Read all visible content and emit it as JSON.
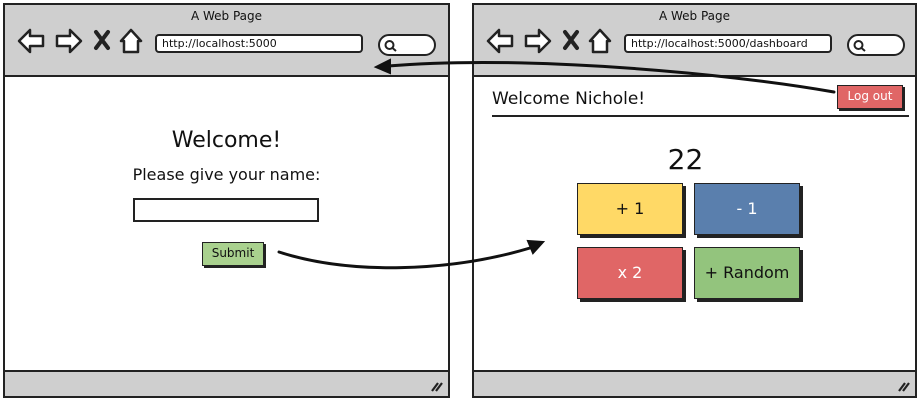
{
  "login_window": {
    "title": "A Web Page",
    "url": "http://localhost:5000",
    "heading": "Welcome!",
    "prompt": "Please give your name:",
    "submit_label": "Submit"
  },
  "dashboard_window": {
    "title": "A Web Page",
    "url": "http://localhost:5000/dashboard",
    "greeting": "Welcome Nichole!",
    "logout_label": "Log out",
    "counter_value": "22",
    "buttons": {
      "plus_one": "+ 1",
      "minus_one": "- 1",
      "times_two": "x 2",
      "plus_random": "+ Random"
    }
  },
  "colors": {
    "window_chrome": "#cfcfcf",
    "submit": "#a9d18e",
    "logout": "#e06666",
    "plus_one": "#ffd966",
    "minus_one": "#5a7fad",
    "times_two": "#e06666",
    "plus_random": "#93c47d"
  },
  "icons": [
    "back-arrow-icon",
    "forward-arrow-icon",
    "close-x-icon",
    "home-icon",
    "search-icon",
    "resize-grip-icon"
  ]
}
